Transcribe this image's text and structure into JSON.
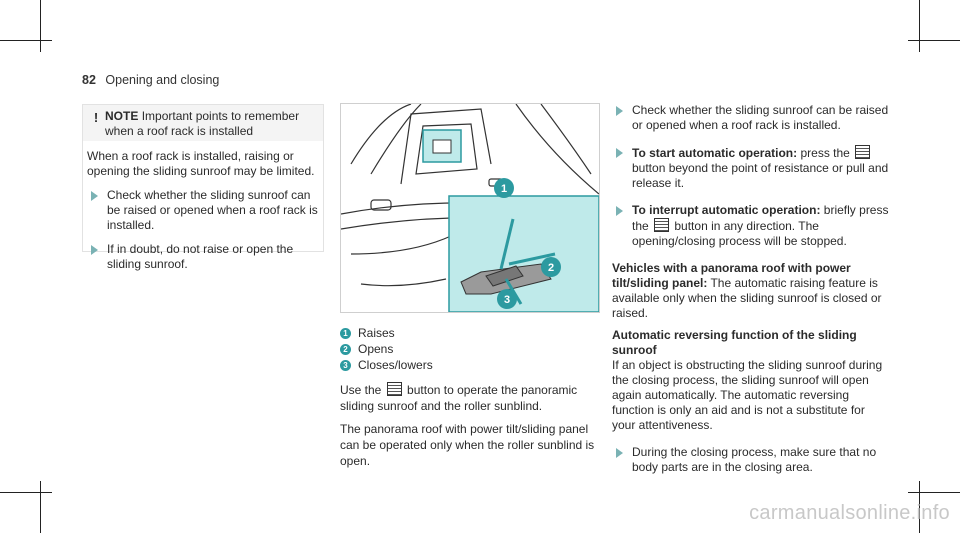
{
  "header": {
    "page_number": "82",
    "section": "Opening and closing"
  },
  "note": {
    "title": "NOTE",
    "title_text": "Important points to remember when a roof rack is installed",
    "body": "When a roof rack is installed, raising or opening the sliding sunroof may be limited.",
    "bullets": [
      "Check whether the sliding sunroof can be raised or opened when a roof rack is installed.",
      "If in doubt, do not raise or open the sliding sunroof."
    ]
  },
  "figure": {
    "callouts": [
      "1",
      "2",
      "3"
    ]
  },
  "legend": [
    {
      "num": "1",
      "label": "Raises"
    },
    {
      "num": "2",
      "label": "Opens"
    },
    {
      "num": "3",
      "label": "Closes/lowers"
    }
  ],
  "middle_text": {
    "p1_pre": "Use the",
    "p1_post": "button to operate the panoramic sliding sunroof and the roller sunblind.",
    "p2": "The panorama roof with power tilt/sliding panel can be operated only when the roller sunblind is open."
  },
  "right": {
    "b1": "Check whether the sliding sunroof can be raised or opened when a roof rack is installed.",
    "b2_bold": "To start automatic operation:",
    "b2_pre": "press the",
    "b2_post": "button beyond the point of resistance or pull and release it.",
    "b3_bold": "To interrupt automatic operation:",
    "b3_pre": "briefly press the",
    "b3_post": "button in any direction. The opening/closing process will be stopped.",
    "p1_bold": "Vehicles with a panorama roof with power tilt/sliding panel:",
    "p1_text": "The automatic raising feature is available only when the sliding sunroof is closed or raised.",
    "p2_bold": "Automatic reversing function of the sliding sunroof",
    "p2_text": "If an object is obstructing the sliding sunroof during the closing process, the sliding sunroof will open again automatically. The automatic reversing function is only an aid and is not a substitute for your attentiveness.",
    "b4": "During the closing process, make sure that no body parts are in the closing area."
  },
  "watermark": "carmanualsonline.info",
  "colors": {
    "accent": "#2c9aa0",
    "bullet": "#7ab2b4",
    "inset": "#bfeaea"
  }
}
